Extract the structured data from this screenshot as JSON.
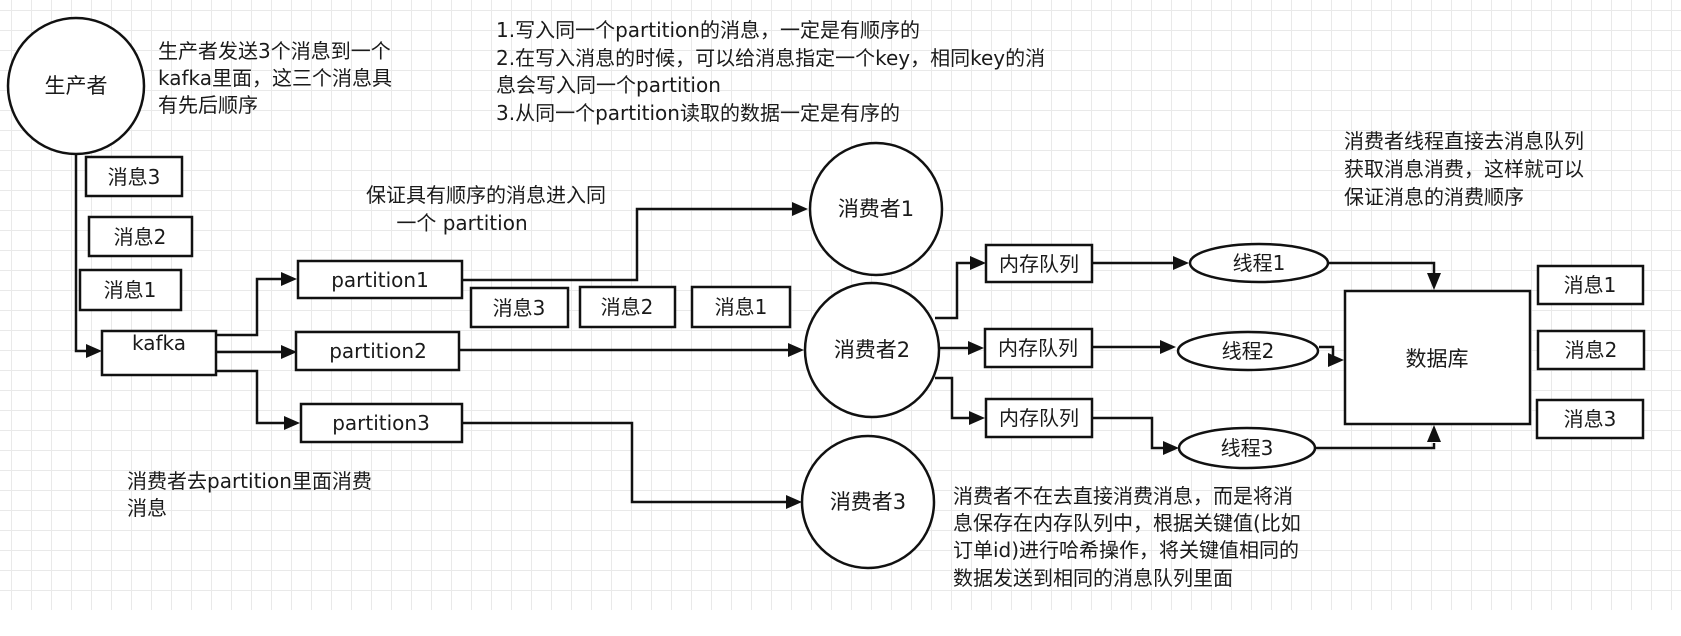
{
  "nodes": {
    "producer": "生产者",
    "kafka": "kafka",
    "partition1": "partition1",
    "partition2": "partition2",
    "partition3": "partition3",
    "consumer1": "消费者1",
    "consumer2": "消费者2",
    "consumer3": "消费者3",
    "queue1": "内存队列",
    "queue2": "内存队列",
    "queue3": "内存队列",
    "thread1": "线程1",
    "thread2": "线程2",
    "thread3": "线程3",
    "database": "数据库"
  },
  "producer_messages": [
    "消息3",
    "消息2",
    "消息1"
  ],
  "partition_messages": [
    "消息3",
    "消息2",
    "消息1"
  ],
  "db_messages": [
    "消息1",
    "消息2",
    "消息3"
  ],
  "notes": {
    "producer_note": [
      "生产者发送3个消息到一个",
      "kafka里面，这三个消息具",
      "有先后顺序"
    ],
    "ordering_rules": [
      "1.写入同一个partition的消息，一定是有顺序的",
      "2.在写入消息的时候，可以给消息指定一个key，相同key的消",
      "息会写入同一个partition",
      "3.从同一个partition读取的数据一定是有序的"
    ],
    "same_partition_note": [
      "保证具有顺序的消息进入同",
      "一个 partition"
    ],
    "consume_note": [
      "消费者去partition里面消费",
      "消息"
    ],
    "hash_note": [
      "消费者不在去直接消费消息，而是将消",
      "息保存在内存队列中，根据关键值(比如",
      "订单id)进行哈希操作，将关键值相同的",
      "数据发送到相同的消息队列里面"
    ],
    "thread_note": [
      "消费者线程直接去消息队列",
      "获取消息消费，这样就可以",
      "保证消息的消费顺序"
    ]
  }
}
